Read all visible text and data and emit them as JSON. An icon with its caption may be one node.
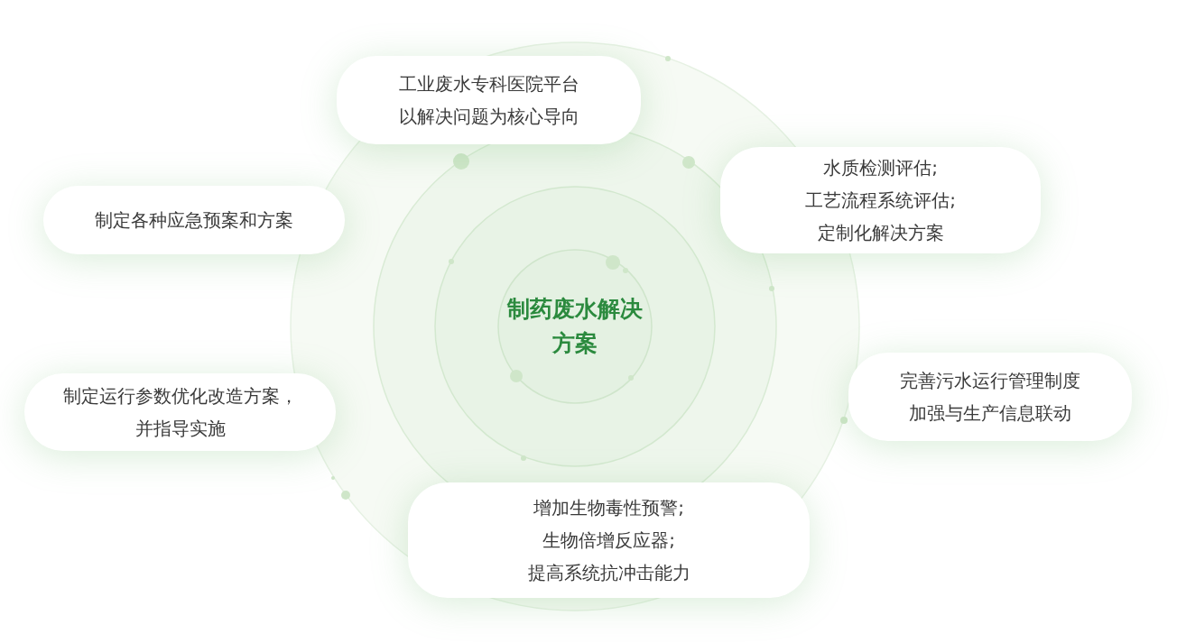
{
  "diagram": {
    "nodes": [
      {
        "text": [
          "工业废水专科医院平台",
          "以解决问题为核心导向"
        ]
      },
      {
        "text": [
          "水质检测评估;",
          "工艺流程系统评估;",
          "定制化解决方案"
        ]
      },
      {
        "text": [
          "制定各种应急预案和方案"
        ]
      },
      {
        "text": [
          "制药废水解决方案"
        ]
      },
      {
        "text": [
          "完善污水运行管理制度",
          "加强与生产信息联动"
        ]
      },
      {
        "text": [
          "制定运行参数优化改造方案，并指导实施"
        ]
      },
      {
        "text": [
          "增加生物毒性预警;",
          "生物倍增反应器;",
          "提高系统抗冲击能力"
        ]
      }
    ],
    "edges": []
  }
}
